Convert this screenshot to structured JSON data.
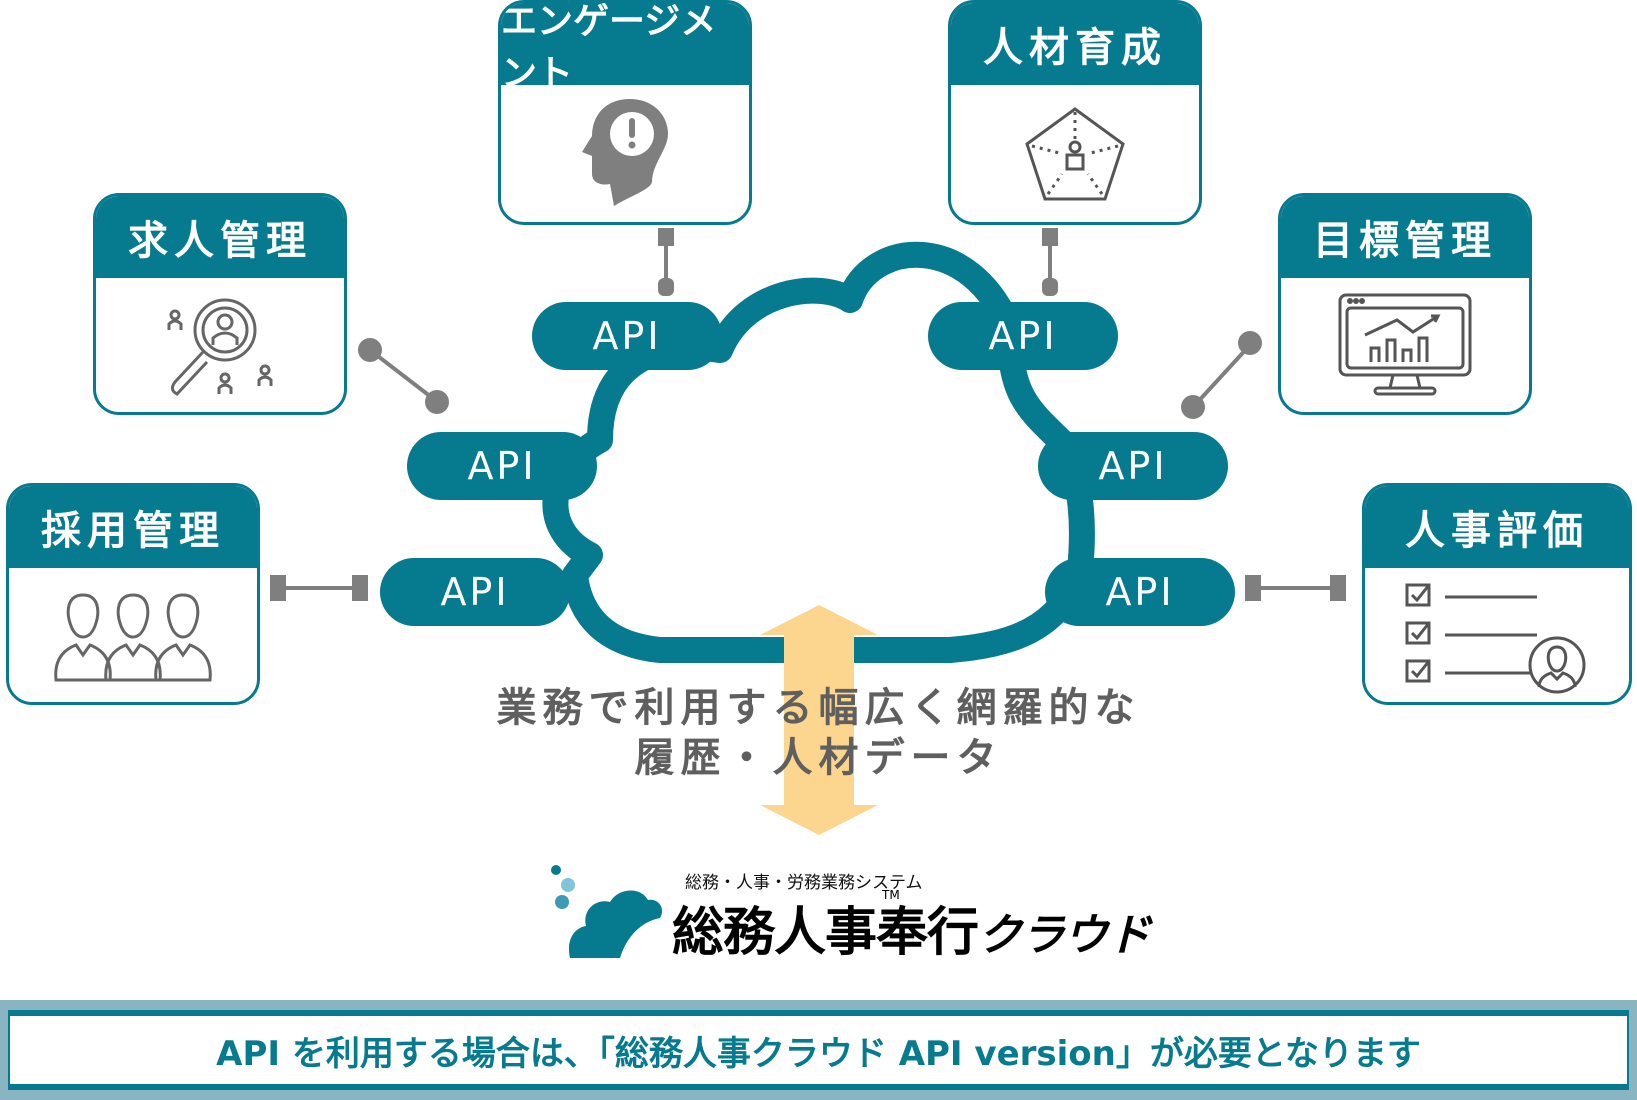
{
  "colors": {
    "primary": "#067a8e",
    "connector": "#7f7f7f",
    "arrow": "#fcd68e",
    "text_gray": "#5f5f5f",
    "notice_band": "#89b5c3"
  },
  "modules": [
    {
      "id": "saiyo",
      "label": "採用管理",
      "icon": "business-people-icon"
    },
    {
      "id": "kyujin",
      "label": "求人管理",
      "icon": "candidate-search-icon"
    },
    {
      "id": "engagement",
      "label": "エンゲージメント",
      "icon": "head-exclamation-icon"
    },
    {
      "id": "jinzai",
      "label": "人材育成",
      "icon": "pentagon-person-icon"
    },
    {
      "id": "mokuhyo",
      "label": "目標管理",
      "icon": "monitor-chart-icon"
    },
    {
      "id": "hyoka",
      "label": "人事評価",
      "icon": "checklist-person-icon"
    }
  ],
  "api_badges": [
    "API",
    "API",
    "API",
    "API",
    "API",
    "API"
  ],
  "center": {
    "line1": "業務で利用する幅広く網羅的な",
    "line2": "履歴・人材データ"
  },
  "logo": {
    "subtitle": "総務・人事・労務業務システム",
    "name": "総務人事奉行",
    "suffix": "クラウド",
    "trademark": "TM"
  },
  "notice": "API を利用する場合は、「総務人事クラウド API version」が必要となります"
}
